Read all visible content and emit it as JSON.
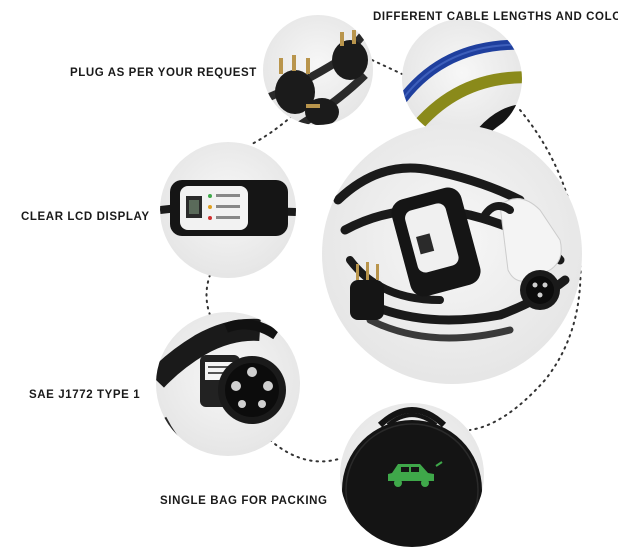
{
  "labels": {
    "cables": "DIFFERENT CABLE LENGTHS AND COLORS",
    "plug": "PLUG AS PER YOUR REQUEST",
    "lcd": "CLEAR LCD DISPLAY",
    "sae": "SAE J1772 TYPE 1",
    "bag": "SINGLE BAG FOR PACKING"
  },
  "colors": {
    "connector_line": "#333333",
    "circle_bg": "#eeeeee",
    "cable_blue": "#1f3f9e",
    "cable_olive": "#8a8a1a",
    "cable_black": "#151515",
    "bag_black": "#141414",
    "car_green": "#3fa84a"
  }
}
